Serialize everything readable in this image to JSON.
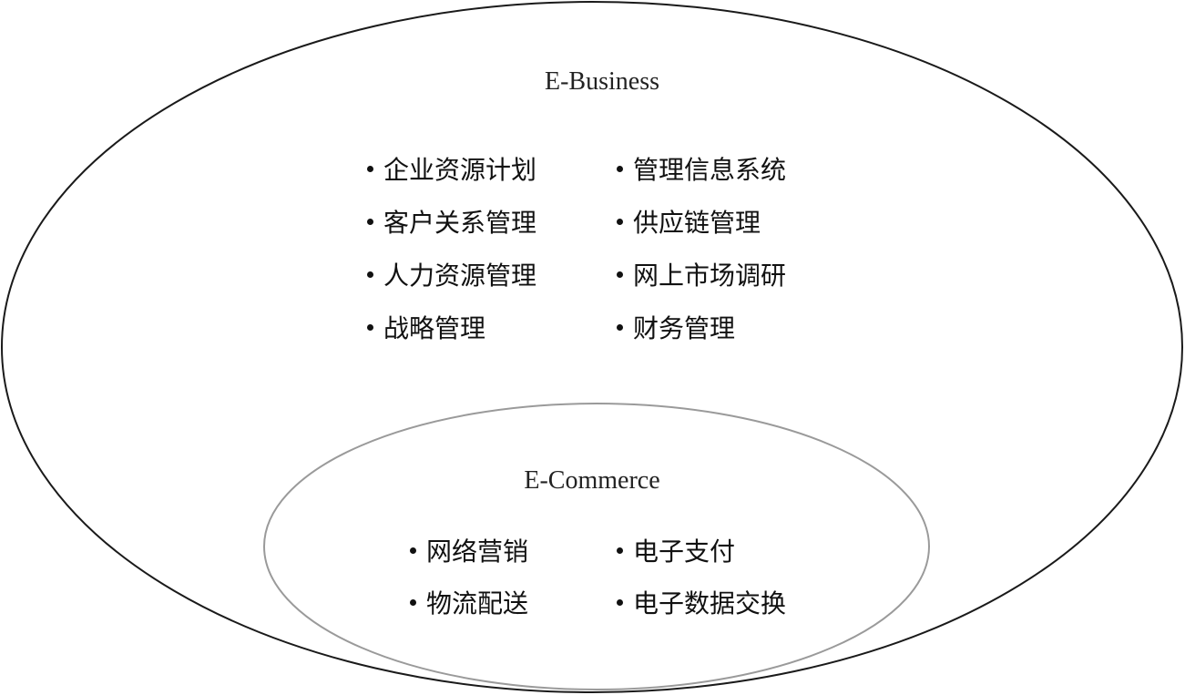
{
  "outer": {
    "title": "E-Business",
    "left_items": [
      "企业资源计划",
      "客户关系管理",
      "人力资源管理",
      "战略管理"
    ],
    "right_items": [
      "管理信息系统",
      "供应链管理",
      "网上市场调研",
      "财务管理"
    ]
  },
  "inner": {
    "title": "E-Commerce",
    "left_items": [
      "网络营销",
      "物流配送"
    ],
    "right_items": [
      "电子支付",
      "电子数据交换"
    ]
  },
  "colors": {
    "outer_stroke": "#1a1a1a",
    "inner_stroke": "#9a9a9a"
  }
}
